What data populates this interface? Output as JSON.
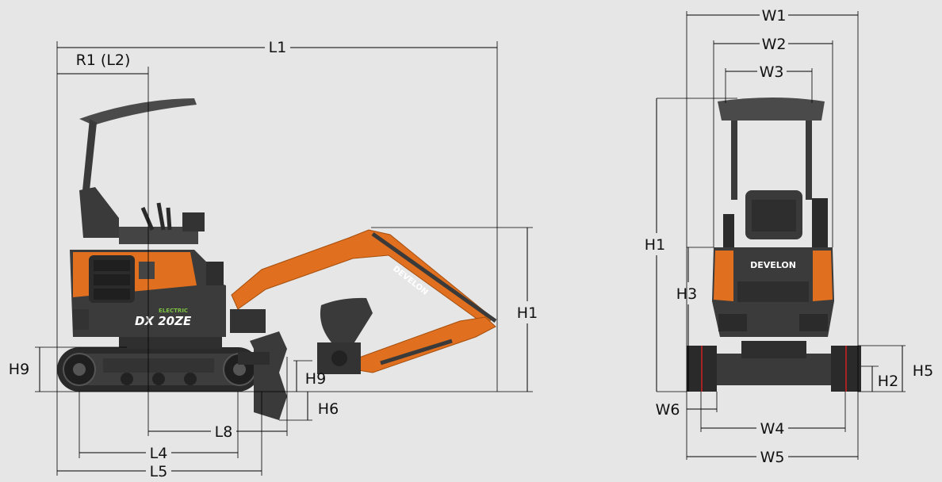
{
  "colors": {
    "background": "#e6e6e6",
    "body_orange": "#e0701f",
    "body_dark": "#3b3b3b",
    "track": "#2a2a2a",
    "canopy": "#4a4a4a",
    "electric_green": "#7cc142",
    "track_red": "#d12020"
  },
  "side_view": {
    "brand": "DEVELON",
    "model_label": "DX 20ZE",
    "electric_label": "ELECTRIC",
    "dims": {
      "L1": "L1",
      "R1": "R1 (L2)",
      "H1": "H1",
      "H9_left": "H9",
      "H9_blade": "H9",
      "H6": "H6",
      "L8": "L8",
      "L4": "L4",
      "L5": "L5"
    }
  },
  "front_view": {
    "brand": "DEVELON",
    "dims": {
      "W1": "W1",
      "W2": "W2",
      "W3": "W3",
      "H1": "H1",
      "H3": "H3",
      "H5": "H5",
      "H2": "H2",
      "W6": "W6",
      "W4": "W4",
      "W5": "W5"
    }
  }
}
